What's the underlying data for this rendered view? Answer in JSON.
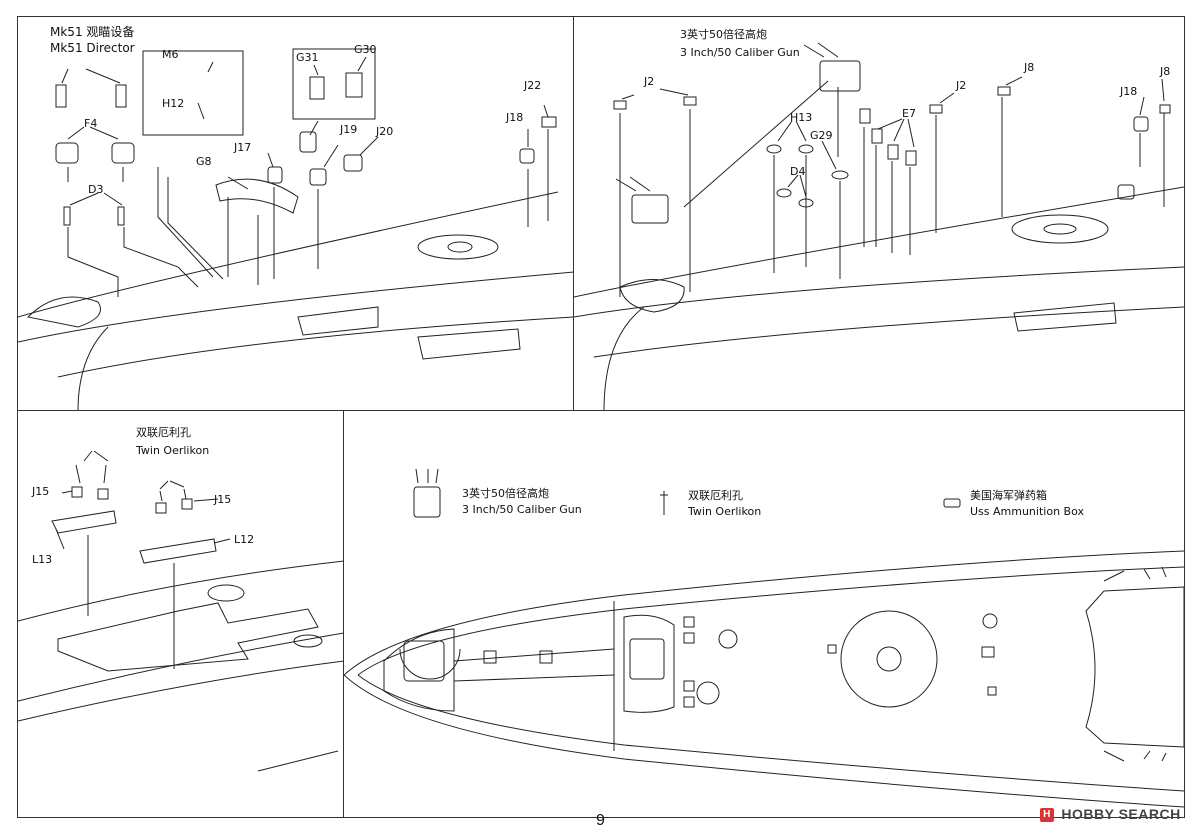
{
  "panel1": {
    "mk51_cn": "Mk51 观瞄设备",
    "mk51_en": "Mk51  Director",
    "parts": {
      "m6": "M6",
      "h12": "H12",
      "g31": "G31",
      "g30": "G30",
      "f4": "F4",
      "d3": "D3",
      "g8": "G8",
      "j17": "J17",
      "j19": "J19",
      "j20": "J20",
      "j18": "J18",
      "j22": "J22"
    }
  },
  "panel2": {
    "gun_cn": "3英寸50倍径高炮",
    "gun_en": "3 Inch/50 Caliber Gun",
    "parts": {
      "j2a": "J2",
      "j2b": "J2",
      "j8a": "J8",
      "j8b": "J8",
      "h13": "H13",
      "g29": "G29",
      "e7": "E7",
      "d4": "D4",
      "j18": "J18"
    }
  },
  "panel3": {
    "oerlikon_cn": "双联厄利孔",
    "oerlikon_en": "Twin Oerlikon",
    "parts": {
      "j15a": "J15",
      "j15b": "J15",
      "l12": "L12",
      "l13": "L13"
    }
  },
  "legend": {
    "gun_cn": "3英寸50倍径高炮",
    "gun_en": "3 Inch/50 Caliber Gun",
    "oerlikon_cn": "双联厄利孔",
    "oerlikon_en": "Twin Oerlikon",
    "ammo_cn": "美国海军弹药箱",
    "ammo_en": "Uss Ammunition Box"
  },
  "page_number": "9",
  "watermark": "HOBBY SEARCH",
  "watermark_badge": "H"
}
